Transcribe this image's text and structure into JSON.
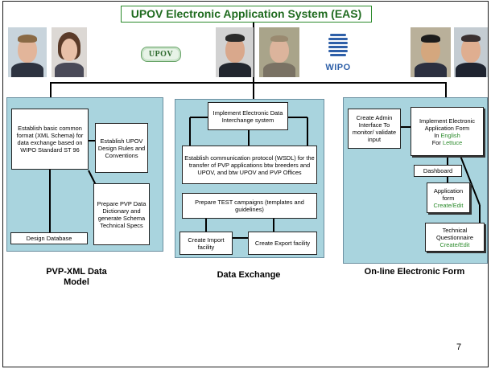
{
  "title": "UPOV Electronic Application System (EAS)",
  "logos": {
    "upov": "UPOV",
    "wipo": "WIPO"
  },
  "photos": [
    {
      "name": "photo-person-1"
    },
    {
      "name": "photo-person-2"
    },
    {
      "name": "photo-person-3"
    },
    {
      "name": "photo-person-4"
    },
    {
      "name": "photo-person-5"
    },
    {
      "name": "photo-person-6"
    }
  ],
  "panels": {
    "pvp": {
      "caption": "PVP-XML Data Model",
      "boxes": {
        "common_format": "Establish basic common format (XML Schema)  for data exchange based on WIPO Standard ST 96",
        "design_rules": "Establish UPOV Design Rules and Conventions",
        "dictionary": "Prepare PVP Data Dictionary and generate Schema Technical Specs",
        "design_database": "Design Database"
      }
    },
    "exchange": {
      "caption": "Data Exchange",
      "boxes": {
        "implement": "Implement Electronic Data Interchange system",
        "protocol": "Establish communication protocol (WSDL) for the transfer of PVP applications btw breeders and UPOV, and btw UPOV and PVP Offices",
        "test": "Prepare TEST campaigns (templates and guidelines)",
        "import": "Create Import facility",
        "export": "Create Export facility"
      }
    },
    "form": {
      "caption": "On-line Electronic Form",
      "boxes": {
        "admin": "Create Admin Interface To monitor/ validate input",
        "implement_form": "Implement Electronic Application Form",
        "in_label": "In",
        "in_value": "English",
        "for_label": "For",
        "for_value": "Lettuce",
        "dashboard": "Dashboard",
        "application_form": "Application form",
        "application_form_action": "Create/Edit",
        "technical": "Technical Questionnaire",
        "technical_action": "Create/Edit"
      }
    }
  },
  "page_number": "7"
}
